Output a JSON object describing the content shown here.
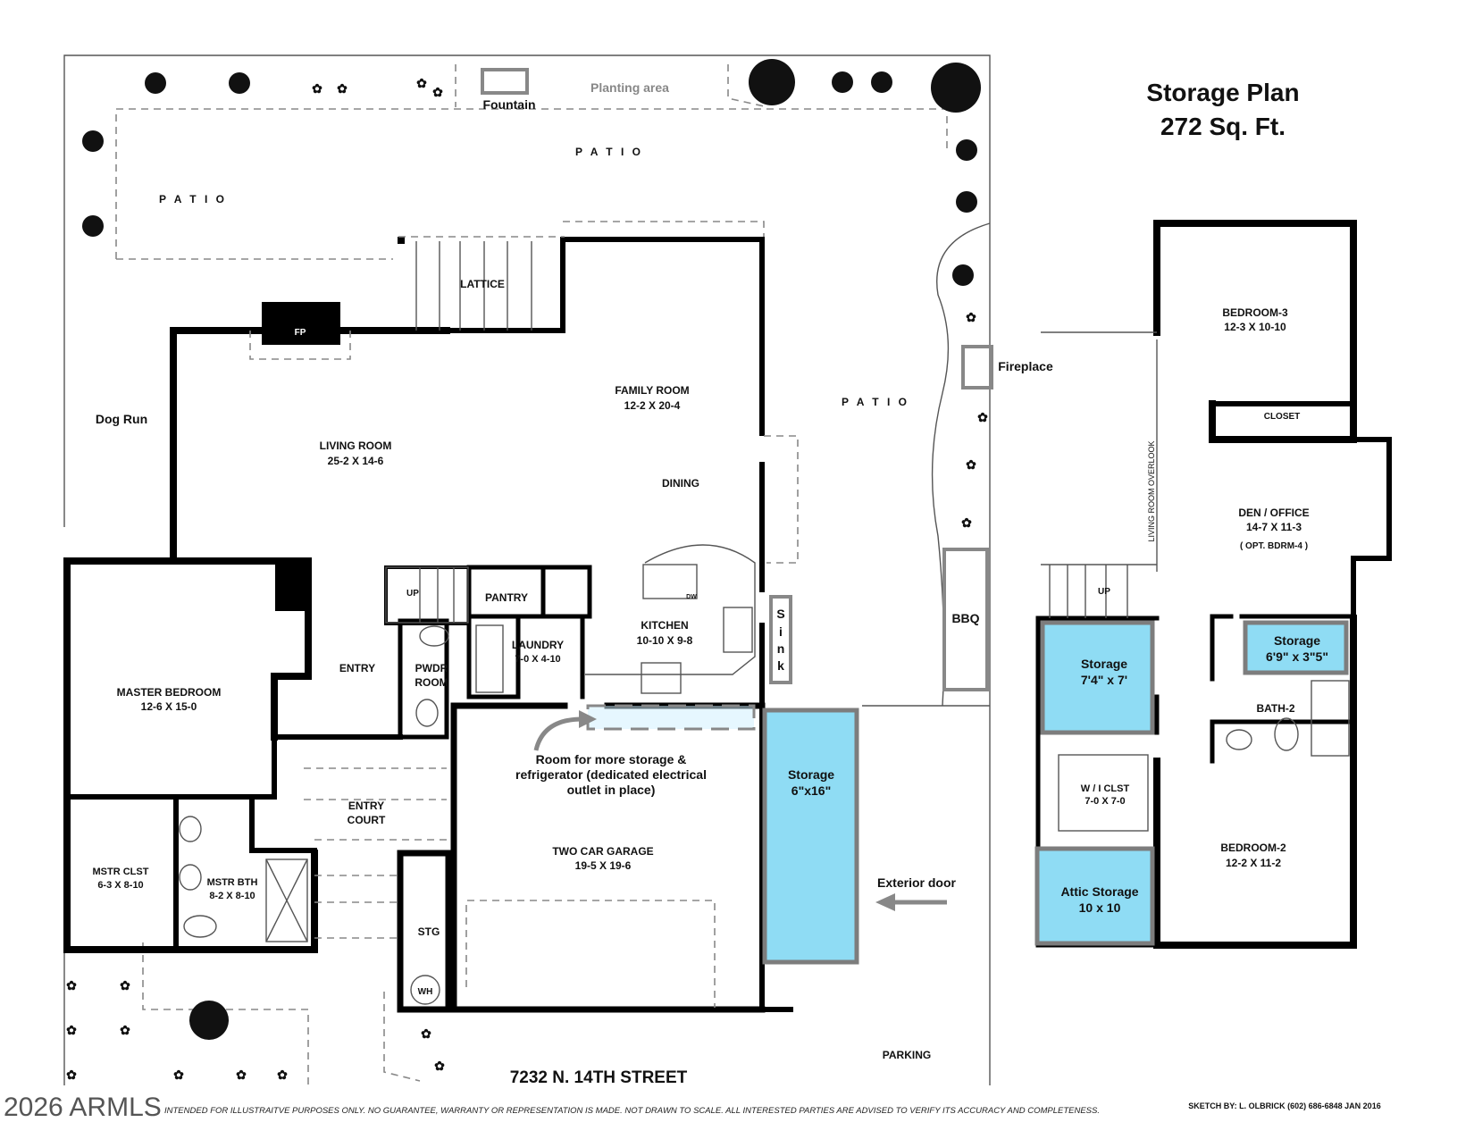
{
  "title": {
    "line1": "Storage Plan",
    "line2": "272 Sq. Ft."
  },
  "address": "7232 N. 14TH STREET",
  "sketch_credit": "SKETCH BY:   L. OLBRICK  (602) 686-6848  JAN 2016",
  "disclaimer": "INTENDED FOR ILLUSTRAITVE PURPOSES ONLY.  NO GUARANTEE, WARRANTY OR REPRESENTATION IS MADE.  NOT DRAWN TO SCALE.  ALL INTERESTED PARTIES ARE ADVISED TO VERIFY ITS ACCURACY AND COMPLETENESS.",
  "copyright": "2026 ARMLS",
  "outdoor": {
    "fountain": "Fountain",
    "planting_area": "Planting area",
    "patio": "P A T I O",
    "dog_run": "Dog Run",
    "lattice": "LATTICE",
    "fireplace": "Fireplace",
    "bbq": "BBQ",
    "sink_letters": [
      "S",
      "i",
      "n",
      "k"
    ],
    "parking": "PARKING",
    "exterior_door": "Exterior door",
    "fp": "FP"
  },
  "rooms": {
    "living_room": {
      "name": "LIVING ROOM",
      "size": "25-2  X  14-6"
    },
    "family_room": {
      "name": "FAMILY ROOM",
      "size": "12-2  X  20-4"
    },
    "dining": "DINING",
    "kitchen": {
      "name": "KITCHEN",
      "size": "10-10 X 9-8"
    },
    "pantry": "PANTRY",
    "laundry": {
      "name": "LAUNDRY",
      "size": "7-0 X 4-10"
    },
    "pwdr_room": {
      "line1": "PWDR",
      "line2": "ROOM"
    },
    "entry": "ENTRY",
    "entry_court": {
      "line1": "ENTRY",
      "line2": "COURT"
    },
    "master_bedroom": {
      "name": "MASTER BEDROOM",
      "size": "12-6  X  15-0"
    },
    "mstr_clst": {
      "name": "MSTR CLST",
      "size": "6-3 X 8-10"
    },
    "mstr_bth": {
      "name": "MSTR BTH",
      "size": "8-2 X 8-10"
    },
    "garage": {
      "name": "TWO CAR GARAGE",
      "size": "19-5  X  19-6"
    },
    "stg": "STG",
    "wh": "WH",
    "up": "UP",
    "dw": "DW",
    "garage_note": {
      "line1": "Room for more storage &",
      "line2": "refrigerator (dedicated electrical",
      "line3": "outlet in place)"
    }
  },
  "upstairs": {
    "bedroom3": {
      "name": "BEDROOM-3",
      "size": "12-3 X 10-10"
    },
    "closet": "CLOSET",
    "den": {
      "name": "DEN / OFFICE",
      "size": "14-7  X  11-3",
      "note": "( OPT. BDRM-4 )"
    },
    "overlook": "LIVING ROOM OVERLOOK",
    "bath2": "BATH-2",
    "wi_clst": {
      "name": "W / I  CLST",
      "size": "7-0 X 7-0"
    },
    "bedroom2": {
      "name": "BEDROOM-2",
      "size": "12-2  X  11-2"
    },
    "up": "UP"
  },
  "storage_areas": [
    {
      "name": "Storage",
      "size": "6\"x16\""
    },
    {
      "name": "Storage",
      "size": "7'4\" x 7'"
    },
    {
      "name": "Storage",
      "size": "6'9\" x 3\"5\""
    },
    {
      "name": "Attic Storage",
      "size": "10 x 10"
    }
  ],
  "colors": {
    "storage_fill": "#8fdcf4",
    "storage_border": "#7d7d7d",
    "wall": "#000000"
  }
}
